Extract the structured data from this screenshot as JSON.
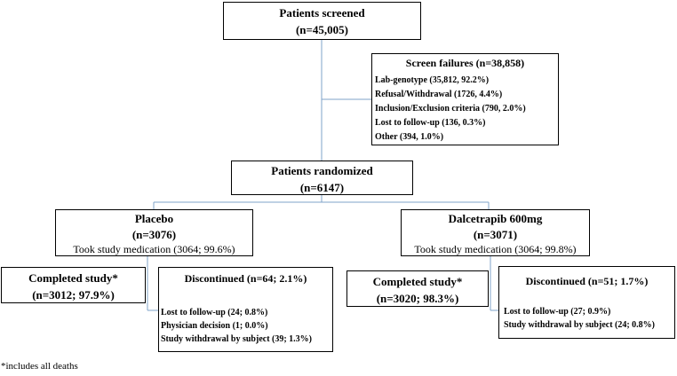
{
  "screened": {
    "title": "Patients screened",
    "count": "(n=45,005)"
  },
  "screen_failures": {
    "title": "Screen failures (n=38,858)",
    "items": [
      "Lab-genotype (35,812, 92.2%)",
      "Refusal/Withdrawal (1726, 4.4%)",
      "Inclusion/Exclusion criteria (790, 2.0%)",
      "Lost to follow-up (136, 0.3%)",
      "Other (394, 1.0%)"
    ]
  },
  "randomized": {
    "title": "Patients randomized",
    "count": "(n=6147)"
  },
  "placebo": {
    "title": "Placebo",
    "count": "(n=3076)",
    "medication": "Took study medication (3064; 99.6%)",
    "completed": {
      "title": "Completed study*",
      "count": "(n=3012; 97.9%)"
    },
    "discontinued": {
      "title": "Discontinued (n=64; 2.1%)",
      "items": [
        "Lost to follow-up (24; 0.8%)",
        "Physician decision (1; 0.0%)",
        "Study withdrawal by subject (39; 1.3%)"
      ]
    }
  },
  "dalcetrapib": {
    "title": "Dalcetrapib 600mg",
    "count": "(n=3071)",
    "medication": "Took study medication (3064; 99.8%)",
    "completed": {
      "title": "Completed study*",
      "count": "(n=3020; 98.3%)"
    },
    "discontinued": {
      "title": "Discontinued (n=51; 1.7%)",
      "items": [
        "Lost to follow-up (27; 0.9%)",
        "Study withdrawal by subject (24; 0.8%)"
      ]
    }
  },
  "footnote": "*includes all deaths",
  "colors": {
    "connector": "#7fa3c8",
    "border": "#000000"
  }
}
